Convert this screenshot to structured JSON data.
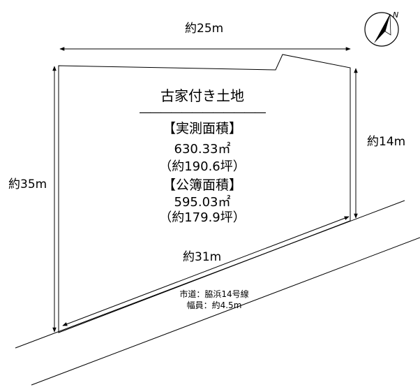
{
  "compass": {
    "label": "N"
  },
  "dimensions": {
    "top": "約25m",
    "left": "約35m",
    "right": "約14m",
    "bottom": "約31m"
  },
  "title": "古家付き土地",
  "title_rule": "――――――――――――",
  "measured": {
    "heading": "【実測面積】",
    "sqm": "630.33㎡",
    "tsubo": "（約190.6坪）"
  },
  "registered": {
    "heading": "【公簿面積】",
    "sqm": "595.03㎡",
    "tsubo": "（約179.9坪）"
  },
  "road": {
    "name": "市道：脇浜14号線",
    "width": "幅員：約4.5m"
  }
}
